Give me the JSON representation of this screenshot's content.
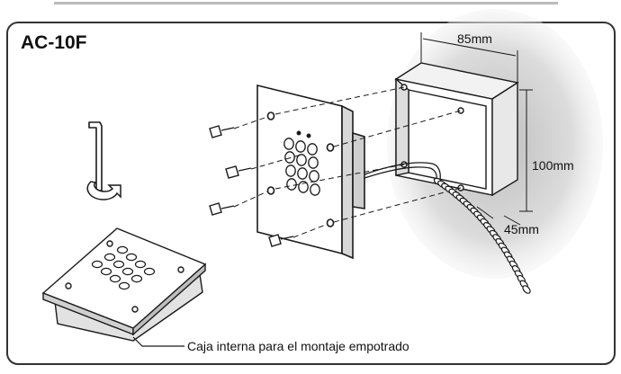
{
  "diagram": {
    "model_label": "AC-10F",
    "dimensions": {
      "width": "85mm",
      "height": "100mm",
      "depth": "45mm"
    },
    "caption": "Caja interna para el montaje empotrado",
    "colors": {
      "frame": "#333333",
      "line": "#1a1a1a",
      "shadow": "#c8c8c8",
      "background": "#ffffff"
    },
    "icons": [
      "allen-key-icon",
      "rotate-arrow-icon",
      "screw-icon",
      "keypad-icon",
      "conduit-icon"
    ]
  }
}
